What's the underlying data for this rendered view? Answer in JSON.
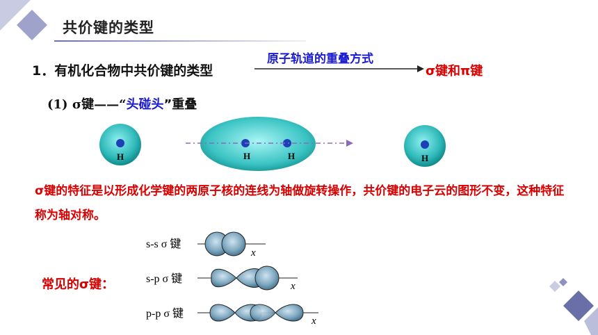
{
  "title": "共价键的类型",
  "line1": {
    "text": "1．有机化合物中共价键的类型",
    "arrow_label": "原子轨道的重叠方式",
    "result": "σ键和π键"
  },
  "line2": {
    "prefix": "(1) σ键——“",
    "highlight": "头碰头",
    "suffix": "”重叠"
  },
  "atoms": {
    "left": "H",
    "middle_left": "H",
    "middle_right": "H",
    "right": "H"
  },
  "feature_text": "σ键的特征是以形成化学键的两原子核的连线为轴做旋转操作，共价键的电子云的图形不变，这种特征称为轴对称。",
  "common_label": "常见的σ键：",
  "orbital_types": [
    {
      "label": "s-s σ 键",
      "axis": "x"
    },
    {
      "label": "s-p σ 键",
      "axis": "x"
    },
    {
      "label": "p-p σ 键",
      "axis": "x"
    }
  ],
  "colors": {
    "accent_blue": "#1a1ad0",
    "accent_red": "#d80000",
    "deco": "#6a6fa8"
  }
}
